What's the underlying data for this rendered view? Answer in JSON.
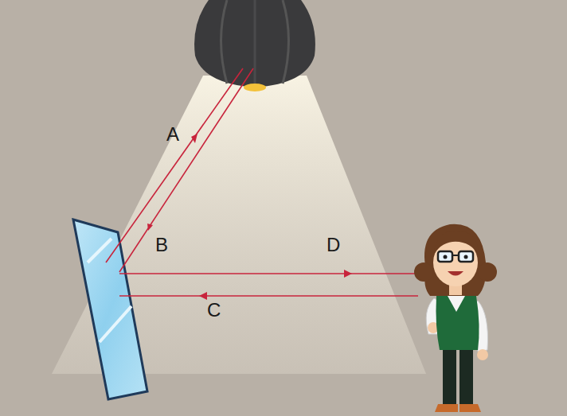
{
  "diagram": {
    "labels": [
      "A",
      "B",
      "D",
      "C"
    ]
  }
}
